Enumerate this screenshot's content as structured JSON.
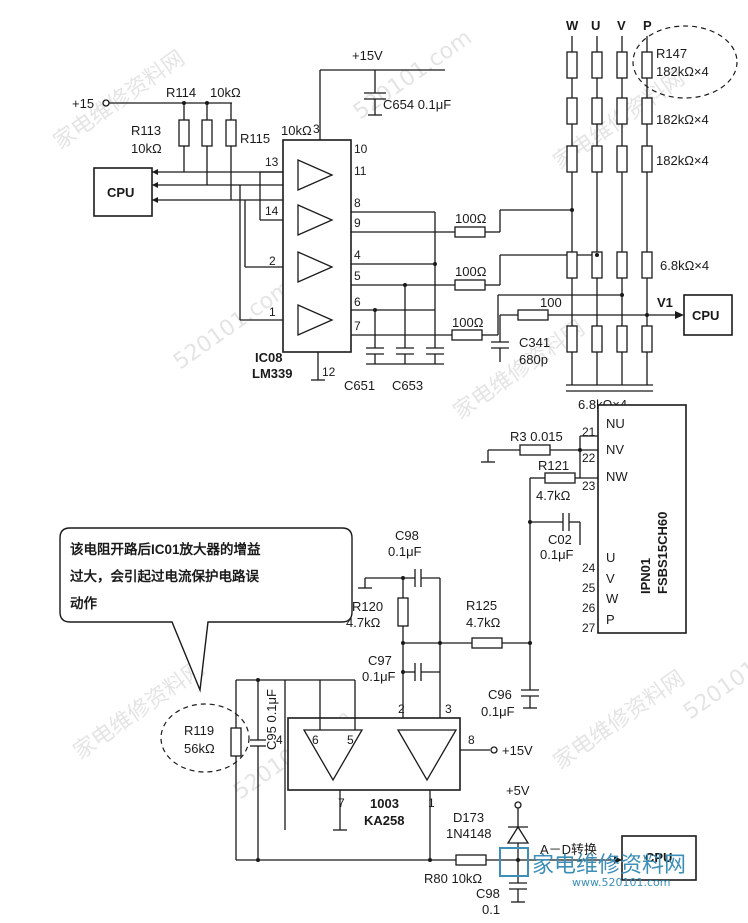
{
  "top": {
    "supply_15v": "+15V",
    "supply_plus15": "+15",
    "r114": "R114",
    "r114_val": "10kΩ",
    "r113": "R113",
    "r113_val": "10kΩ",
    "r115": "R115",
    "r115_val": "10kΩ",
    "c654": "C654 0.1μF",
    "cpu": "CPU",
    "ic08": "IC08",
    "lm339": "LM339",
    "pins": [
      "3",
      "13",
      "14",
      "2",
      "1",
      "10",
      "11",
      "8",
      "9",
      "4",
      "5",
      "6",
      "7",
      "12"
    ],
    "r_100_a": "100Ω",
    "r_100_b": "100Ω",
    "r_100_c": "100Ω",
    "r_100": "100",
    "c341": "C341",
    "c341_val": "680p",
    "c651": "C651",
    "c653": "C653",
    "phases": [
      "W",
      "U",
      "V",
      "P"
    ],
    "r147": "R147",
    "r147_val": "182kΩ×4",
    "r182_2": "182kΩ×4",
    "r182_3": "182kΩ×4",
    "r68_a": "6.8kΩ×4",
    "r68_b": "6.8kΩ×4",
    "v1": "V1",
    "cpu_right": "CPU"
  },
  "bottom": {
    "module_name": "IPN01",
    "module_part": "FSBS15CH60",
    "module_pins": [
      "NU",
      "NV",
      "NW",
      "U",
      "V",
      "W",
      "P"
    ],
    "module_pin_nums": [
      "21",
      "22",
      "23",
      "24",
      "25",
      "26",
      "27"
    ],
    "r3": "R3 0.015",
    "r121": "R121",
    "r121_val": "4.7kΩ",
    "c02": "C02",
    "c02_val": "0.1μF",
    "c98": "C98",
    "c98_val": "0.1μF",
    "r120": "R120",
    "r120_val": "4.7kΩ",
    "r125": "R125",
    "r125_val": "4.7kΩ",
    "c97": "C97",
    "c97_val": "0.1μF",
    "c96": "C96",
    "c96_val": "0.1μF",
    "r119": "R119",
    "r119_val": "56kΩ",
    "c95": "C95 0.1μF",
    "ic_pins": [
      "6",
      "5",
      "2",
      "3",
      "4",
      "8",
      "7",
      "1"
    ],
    "ka_num": "1003",
    "ka_name": "KA258",
    "supply_15v": "+15V",
    "supply_5v": "+5V",
    "d173": "D173",
    "d173_part": "1N4148",
    "adc": "A－D转换",
    "cpu": "CPU",
    "r80": "R80 10kΩ",
    "c98b": "C98",
    "c98b_val": "0.1",
    "note_line1": "该电阻开路后IC01放大器的增益",
    "note_line2": "过大，会引起过电流保护电路误",
    "note_line3": "动作"
  },
  "watermark": {
    "brand": "家电维修资料网",
    "url": "520101.com",
    "logo_text": "家电维修资料网",
    "logo_url": "www.520101.com"
  }
}
